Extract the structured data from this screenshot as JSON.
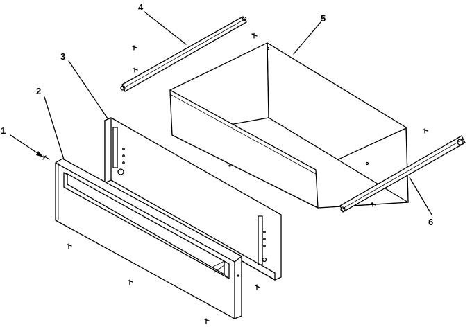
{
  "callouts": {
    "c1": "1",
    "c2": "2",
    "c3": "3",
    "c4": "4",
    "c5": "5",
    "c6": "6"
  },
  "icons": {
    "screw": "screw-icon"
  }
}
